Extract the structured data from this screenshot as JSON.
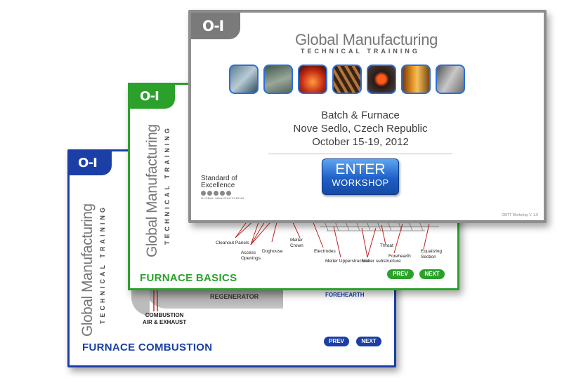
{
  "cards": {
    "combustion": {
      "logo": "O-I",
      "vertical_title": "Global Manufacturing",
      "vertical_subtitle": "TECHNICAL TRAINING",
      "footer_title": "FURNACE COMBUSTION",
      "regenerator_label": "REGENERATOR",
      "forehearth_label": "FOREHEARTH",
      "combustion_label_line1": "COMBUSTION",
      "combustion_label_line2": "AIR & EXHAUST",
      "prev_label": "PREV",
      "next_label": "NEXT",
      "accent_color": "#1b3fa6"
    },
    "basics": {
      "logo": "O-I",
      "vertical_title": "Global Manufacturing",
      "vertical_subtitle": "TECHNICAL TRAINING",
      "footer_title": "FURNACE BASICS",
      "prev_label": "PREV",
      "next_label": "NEXT",
      "accent_color": "#2ba12b",
      "diagram_labels": {
        "cleanout": "Cleanout Panels",
        "access": "Access Openings",
        "doghouse": "Doghouse",
        "melter_crown": "Melter Crown",
        "electrodes": "Electrodes",
        "melter_upper": "Melter Upperstructure",
        "melter_sub": "Melter substructure",
        "throat": "Throat",
        "forehearth": "Forehearth",
        "equalizing": "Equalizing Section"
      }
    },
    "workshop": {
      "logo": "O-I",
      "title": "Global Manufacturing",
      "subtitle": "TECHNICAL TRAINING",
      "line1": "Batch & Furnace",
      "line2": "Nove Sedlo, Czech Republic",
      "line3": "October 15-19, 2012",
      "enter_line1": "ENTER",
      "enter_line2": "WORKSHOP",
      "standard_line1": "Standard of",
      "standard_line2": "Excellence",
      "standard_line3": "GLOBAL MANUFACTURING",
      "version": "GMTT Workshop V. 1.0",
      "accent_color": "#8e8e8e"
    }
  }
}
